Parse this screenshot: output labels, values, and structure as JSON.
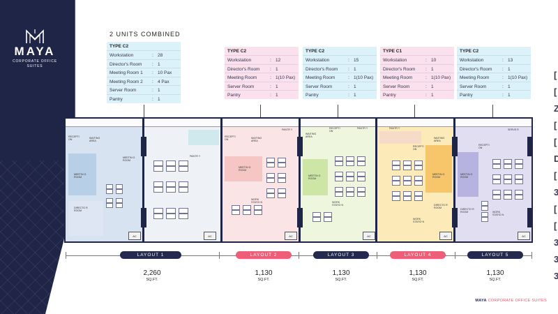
{
  "brand": {
    "name": "MAYA",
    "subtitle_line1": "CORPORATE OFFICE",
    "subtitle_line2": "SUITES"
  },
  "combined_title": "2 UNITS COMBINED",
  "cards": [
    {
      "title": "TYPE C2",
      "rows": [
        {
          "label": "Workstation",
          "value": "28"
        },
        {
          "label": "Director's Room",
          "value": "1"
        },
        {
          "label": "Meeting Room 1",
          "value": "10 Pax"
        },
        {
          "label": "Meeting Room 2",
          "value": "4 Pax"
        },
        {
          "label": "Server Room",
          "value": "1"
        },
        {
          "label": "Pantry",
          "value": "1"
        }
      ]
    },
    {
      "title": "TYPE C2",
      "rows": [
        {
          "label": "Workstation",
          "value": "12"
        },
        {
          "label": "Director's Room",
          "value": "1"
        },
        {
          "label": "Meeting Room",
          "value": "1(10 Pax)"
        },
        {
          "label": "Server Room",
          "value": "1"
        },
        {
          "label": "Pantry",
          "value": "1"
        }
      ]
    },
    {
      "title": "TYPE C2",
      "rows": [
        {
          "label": "Workstation",
          "value": "15"
        },
        {
          "label": "Director's Room",
          "value": "1"
        },
        {
          "label": "Meeting Room",
          "value": "1(10 Pax)"
        },
        {
          "label": "Server Room",
          "value": "1"
        },
        {
          "label": "Pantry",
          "value": "1"
        }
      ]
    },
    {
      "title": "TYPE C1",
      "rows": [
        {
          "label": "Workstation",
          "value": "10"
        },
        {
          "label": "Director's Room",
          "value": "1"
        },
        {
          "label": "Meeting Room",
          "value": "1(10 Pax)"
        },
        {
          "label": "Server Room",
          "value": "1"
        },
        {
          "label": "Pantry",
          "value": "1"
        }
      ]
    },
    {
      "title": "TYPE C2",
      "rows": [
        {
          "label": "Workstation",
          "value": "13"
        },
        {
          "label": "Director's Room",
          "value": "1"
        },
        {
          "label": "Meeting Room",
          "value": "1(10 Pax)"
        },
        {
          "label": "Server Room",
          "value": "1"
        },
        {
          "label": "Pantry",
          "value": "1"
        }
      ]
    }
  ],
  "plan_labels": {
    "reception": "RECEPTI ON",
    "waiting": "WAITING AREA",
    "meeting": "MEETIN G ROOM",
    "director": "DIRECTO R ROOM",
    "pantry": "PANTR Y",
    "work": "WORK STATIO N",
    "server": "SERVE R",
    "ac": "AC"
  },
  "layouts": [
    {
      "label": "LAYOUT 1",
      "area": "2,260",
      "unit": "SQ.FT."
    },
    {
      "label": "LAYOUT 2",
      "area": "1,130",
      "unit": "SQ.FT."
    },
    {
      "label": "LAYOUT 3",
      "area": "1,130",
      "unit": "SQ.FT."
    },
    {
      "label": "LAYOUT 4",
      "area": "1,130",
      "unit": "SQ.FT."
    },
    {
      "label": "LAYOUT 5",
      "area": "1,130",
      "unit": "SQ.FT."
    }
  ],
  "footer": {
    "brand": "MAYA",
    "tagline": "CORPORATE OFFICE SUITES"
  },
  "colors": {
    "navy": "#232a4e",
    "pink_accent": "#ef5e79",
    "layout1_zone": "#cfdff0",
    "layout2_zone": "#fbe1e4",
    "layout3_zone": "#e8f2d4",
    "layout4_zone": "#fbe9b8",
    "layout5_zone": "#dcd9ee"
  },
  "edge_chars": [
    "[",
    "[",
    "Z",
    "[",
    "[",
    "D",
    "[",
    "3",
    "[",
    "[",
    "3",
    "3",
    "3"
  ]
}
